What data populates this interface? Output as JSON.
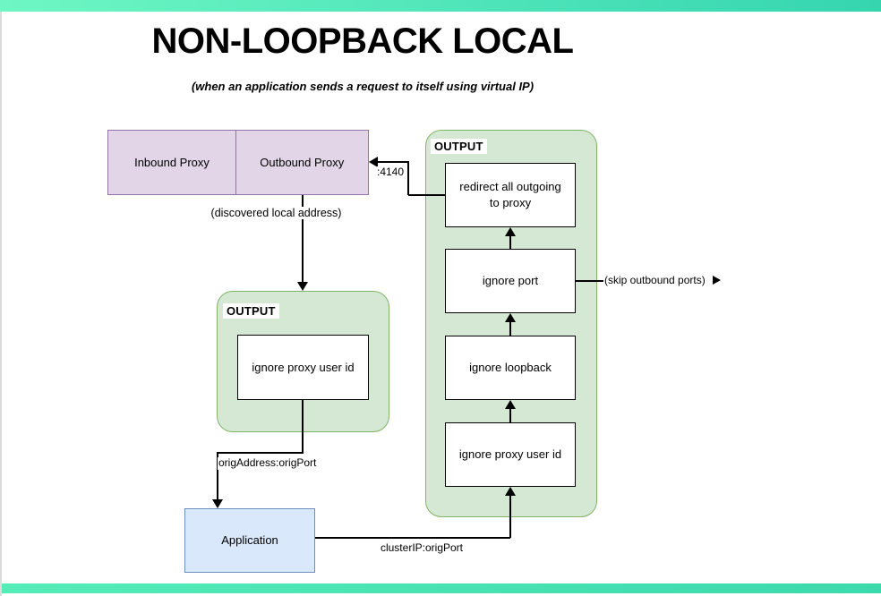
{
  "title": "NON-LOOPBACK LOCAL",
  "subtitle": "(when an application sends a request to itself using virtual IP)",
  "proxies": {
    "inbound": "Inbound Proxy",
    "outbound": "Outbound Proxy"
  },
  "application": {
    "label": "Application"
  },
  "left_output": {
    "title": "OUTPUT",
    "rules": [
      "ignore proxy user id"
    ]
  },
  "right_output": {
    "title": "OUTPUT",
    "rules": [
      "redirect all outgoing to proxy",
      "ignore port",
      "ignore loopback",
      "ignore proxy user id"
    ]
  },
  "edge_labels": {
    "discovered_local_address": "(discovered local address)",
    "proxy_port": ":4140",
    "orig_address_port": "origAddress:origPort",
    "cluster_ip_port": "clusterIP:origPort",
    "skip_outbound_ports": "(skip outbound ports)"
  },
  "colors": {
    "accent_bar_left": "#6ef7c4",
    "accent_bar_right": "#35d5b0",
    "proxy_fill": "#e1d5e7",
    "proxy_border": "#9673a6",
    "output_fill": "#d5e8d4",
    "output_border": "#82b366",
    "application_fill": "#dae8fc",
    "application_border": "#6c8ebf",
    "rule_fill": "#ffffff",
    "rule_border": "#000000"
  }
}
